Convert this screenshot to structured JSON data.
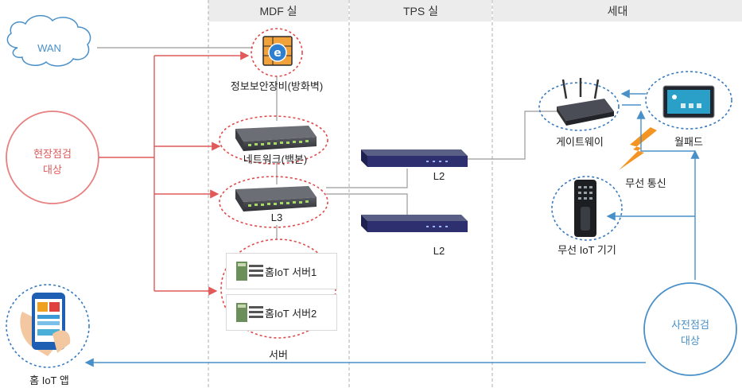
{
  "headers": {
    "mdf": "MDF 실",
    "tps": "TPS 실",
    "household": "세대"
  },
  "labels": {
    "wan": "WAN",
    "firewall": "정보보안장비(방화벽)",
    "backbone": "네트워크(백본)",
    "l3": "L3",
    "server1": "홈IoT 서버1",
    "server2": "홈IoT 서버2",
    "server": "서버",
    "l2_a": "L2",
    "l2_b": "L2",
    "gateway": "게이트웨이",
    "wallpad": "월패드",
    "wireless": "무선 통신",
    "iot_device": "무선 IoT 기기",
    "app": "홈 IoT 앱"
  },
  "groups": {
    "onsite_line1": "현장점검",
    "onsite_line2": "대상",
    "precheck_line1": "사전점검",
    "precheck_line2": "대상"
  },
  "colors": {
    "red": "#e05a5a",
    "blue": "#4a90c8",
    "dashed_blue": "#3a7bbf",
    "dashed_red": "#e04a4a",
    "header": "#ececec"
  }
}
